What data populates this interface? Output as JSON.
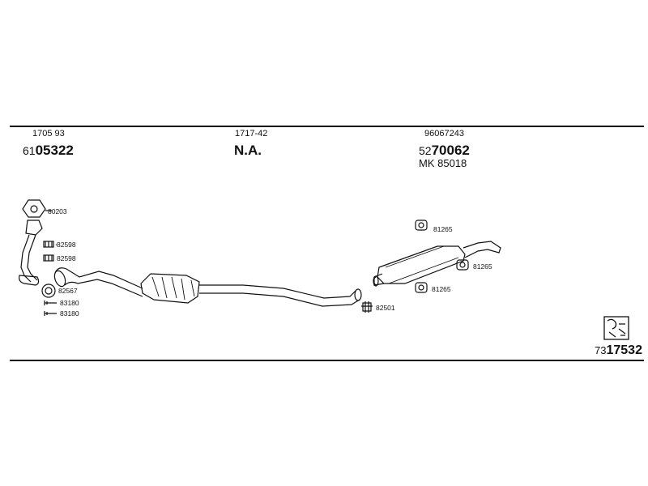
{
  "header": {
    "col1": {
      "top": "1705 93",
      "prefix": "61",
      "main": "05322"
    },
    "col2": {
      "top": "1717-42",
      "main": "N.A."
    },
    "col3": {
      "top": "96067243",
      "prefix": "52",
      "main": "70062",
      "sub": "MK 85018"
    }
  },
  "parts": {
    "gasket_front": "80203",
    "clamp_a": "82598",
    "clamp_b": "82598",
    "ring": "82567",
    "bolt_a": "83180",
    "bolt_b": "83180",
    "clamp_mid": "82501",
    "hanger_a": "81265",
    "hanger_b": "81265",
    "hanger_c": "81265"
  },
  "footer": {
    "prefix": "73",
    "main": "17532"
  }
}
